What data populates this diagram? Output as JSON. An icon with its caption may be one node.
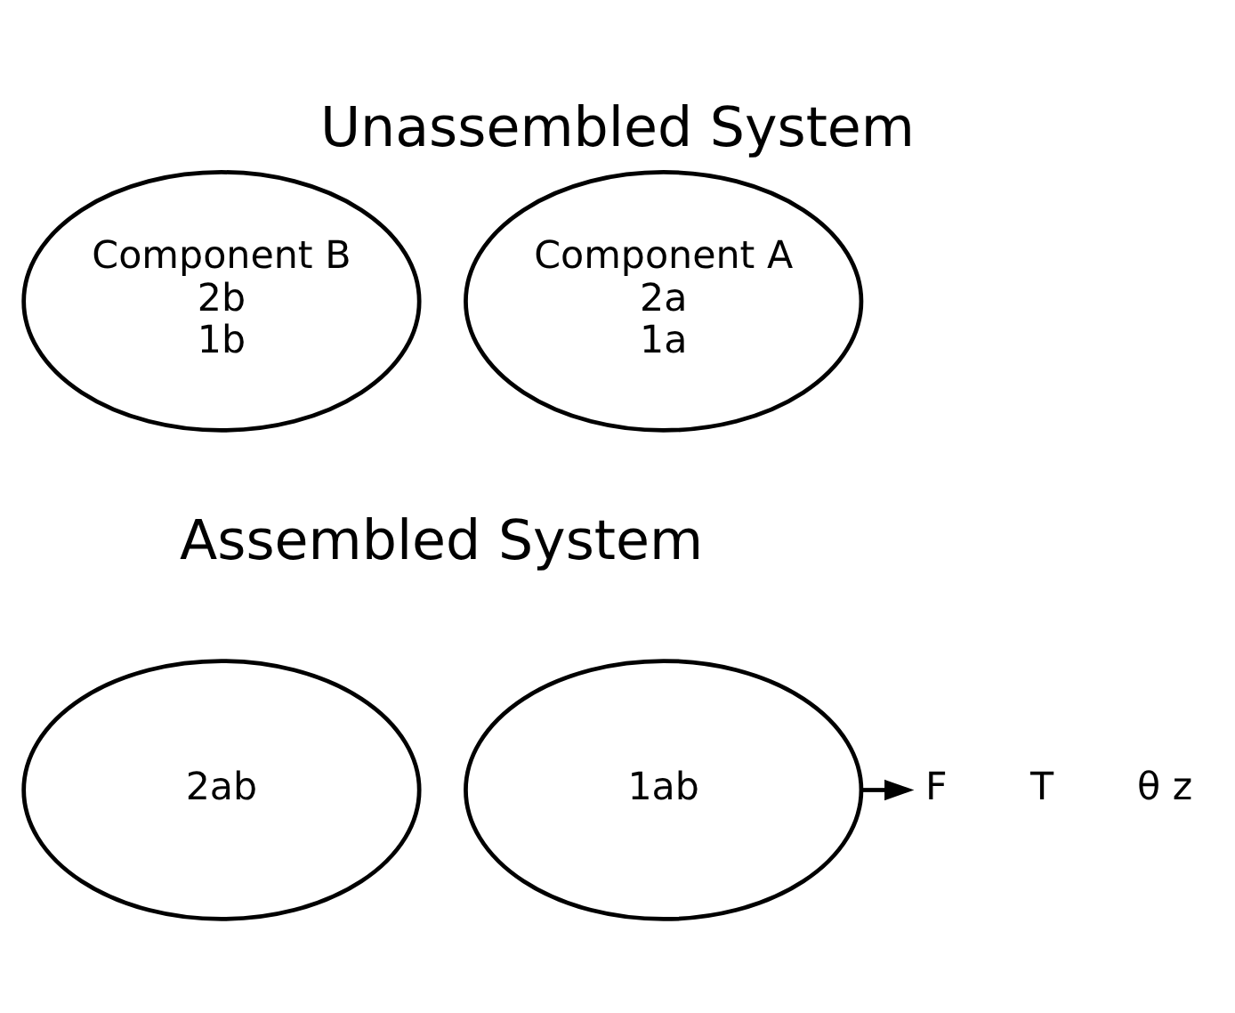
{
  "diagram": {
    "title": "Unassembled System",
    "nodes": [
      {
        "text": [
          "Component B",
          "2b",
          "1b"
        ]
      },
      {
        "text": [
          "Component A",
          "2a",
          "1a"
        ]
      },
      {
        "text": [
          "2ab"
        ]
      },
      {
        "text": [
          "1ab"
        ]
      },
      {
        "text": [
          "F"
        ]
      }
    ],
    "edges": [
      {
        "from": 3,
        "to": 4,
        "arrow": "to"
      }
    ],
    "labels": [
      "Assembled System",
      "T",
      "θ z"
    ]
  }
}
